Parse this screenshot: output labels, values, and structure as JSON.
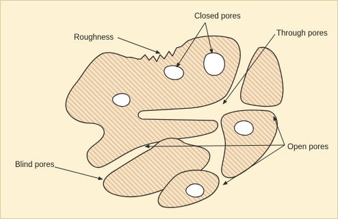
{
  "figure": {
    "background_color": "#fdf3d4",
    "hatch_color": "#c9956a",
    "labels": {
      "closed_pores": "Closed pores",
      "roughness": "Roughness",
      "through_pores": "Through pores",
      "open_pores": "Open pores",
      "blind_pores": "Blind pores"
    }
  }
}
